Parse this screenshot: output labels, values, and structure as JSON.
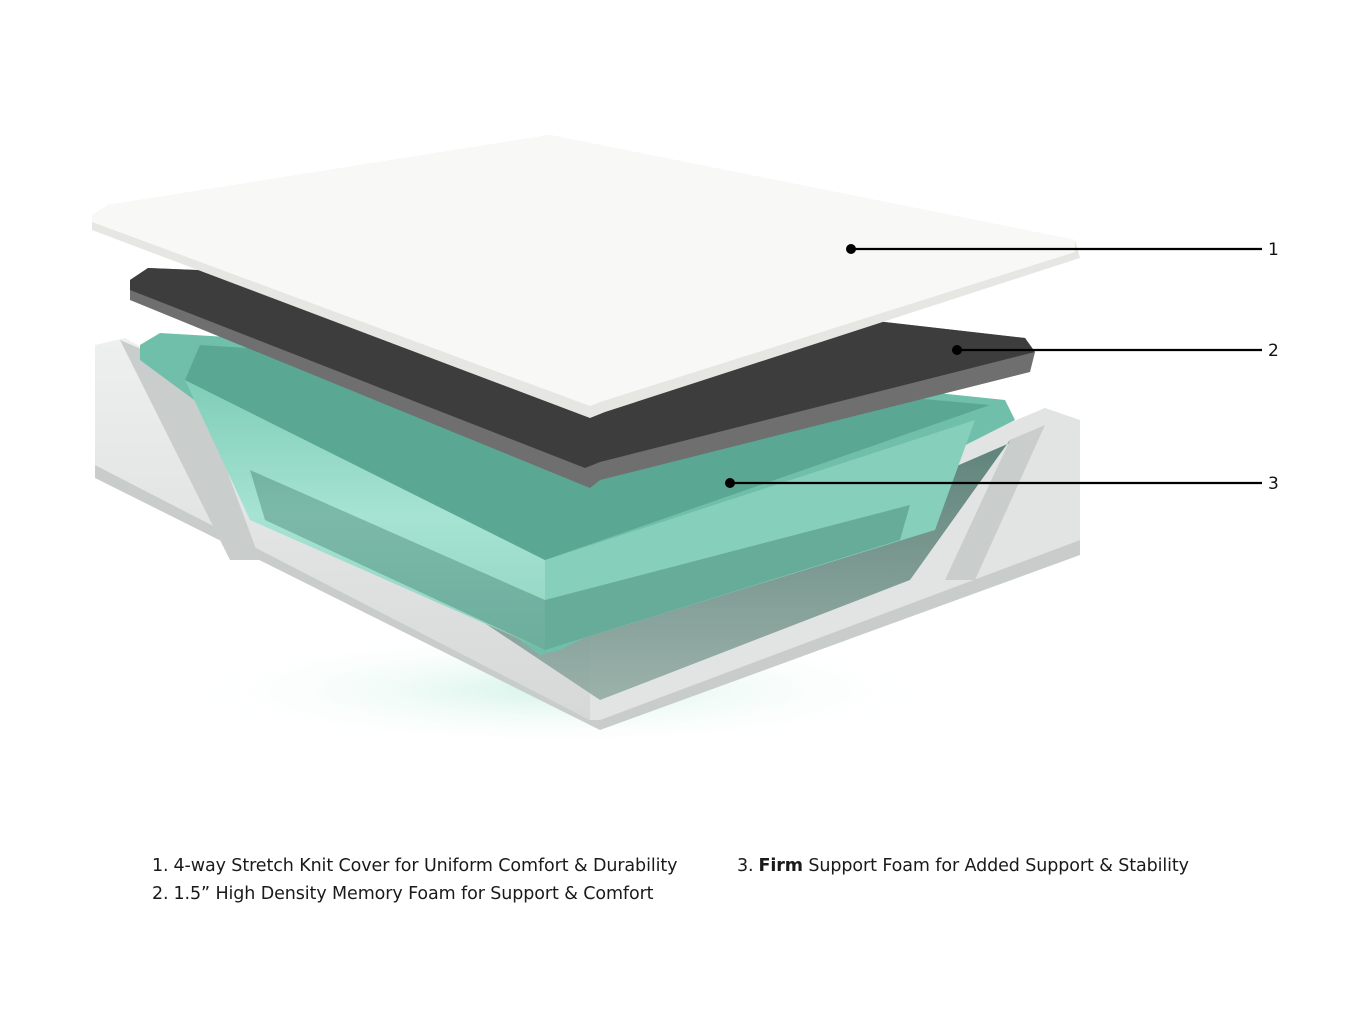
{
  "diagram": {
    "subject": "Mattress layer cutaway",
    "colors": {
      "cover": "#f6f6f4",
      "memory_foam_top": "#3c3c3c",
      "memory_foam_edge": "#6e6e6e",
      "support_foam": "#8fdac4",
      "support_foam_shadow": "#2f6b5d",
      "outer_casing": "#e4e6e5",
      "leader_line": "#000000"
    },
    "callouts": [
      {
        "number": "1",
        "layer": "cover"
      },
      {
        "number": "2",
        "layer": "memory-foam"
      },
      {
        "number": "3",
        "layer": "support-foam"
      }
    ]
  },
  "legend": {
    "items": [
      {
        "number": "1.",
        "bold": "",
        "text": "4-way Stretch Knit Cover for Uniform Comfort & Durability"
      },
      {
        "number": "2.",
        "bold": "",
        "text": "1.5” High Density Memory Foam for Support & Comfort"
      },
      {
        "number": "3.",
        "bold": "Firm",
        "text": " Support Foam for Added Support & Stability"
      }
    ]
  }
}
